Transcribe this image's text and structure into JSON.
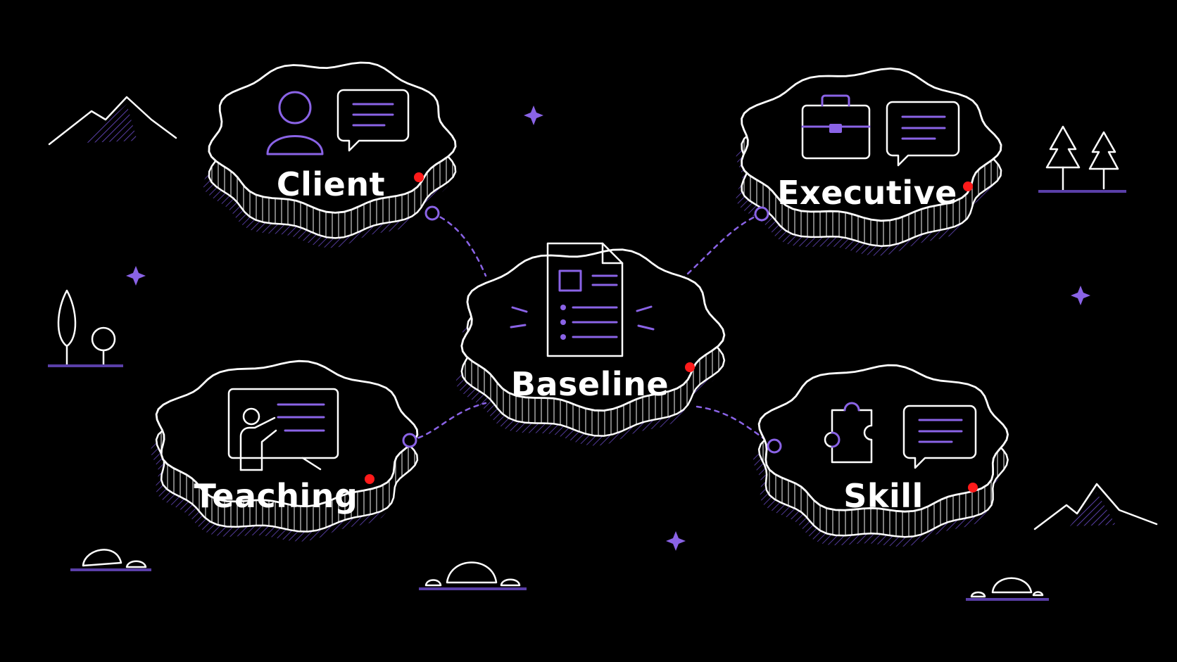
{
  "diagram": {
    "center": {
      "label": "Baseline"
    },
    "branches": [
      {
        "label": "Client"
      },
      {
        "label": "Executive"
      },
      {
        "label": "Teaching"
      },
      {
        "label": "Skill"
      }
    ]
  },
  "colors": {
    "background": "#000000",
    "line": "#ffffff",
    "accent": "#8a63e6",
    "marker": "#ff1a1a"
  },
  "icons": [
    "person-icon",
    "chat-bubble-icon",
    "briefcase-icon",
    "document-icon",
    "presenter-board-icon",
    "puzzle-piece-icon",
    "mountain-icon",
    "tree-icon",
    "rock-icon",
    "sparkle-icon"
  ]
}
